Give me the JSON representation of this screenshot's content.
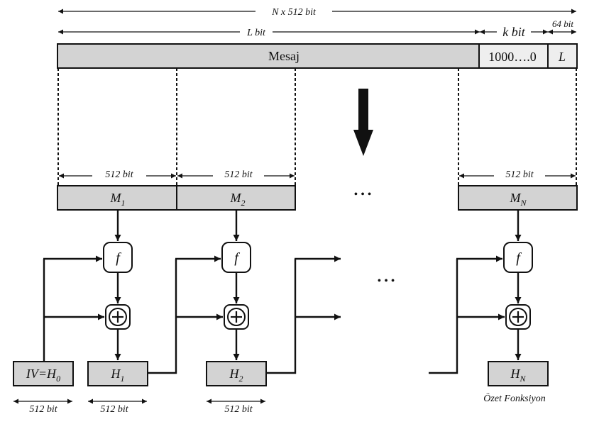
{
  "top": {
    "total_label": "N x 512 bit",
    "l_label": "L bit",
    "k_label": "k bit",
    "len_label": "64 bit",
    "message_label": "Mesaj",
    "padding_label": "1000….0",
    "length_field_label": "L"
  },
  "blocks": {
    "width_label_1": "512 bit",
    "width_label_2": "512 bit",
    "width_label_n": "512 bit",
    "m1": {
      "main": "M",
      "sub": "1"
    },
    "m2": {
      "main": "M",
      "sub": "2"
    },
    "mn": {
      "main": "M",
      "sub": "N"
    },
    "ellipsis": "• • •"
  },
  "chain": {
    "f_label": "f",
    "xor_symbol": "+",
    "ellipsis": "• • •",
    "iv": {
      "main": "IV=H",
      "sub": "0"
    },
    "h1": {
      "main": "H",
      "sub": "1"
    },
    "h2": {
      "main": "H",
      "sub": "2"
    },
    "hn": {
      "main": "H",
      "sub": "N"
    },
    "bottom_label_1": "512 bit",
    "bottom_label_2": "512 bit",
    "bottom_label_3": "512 bit",
    "caption": "Özet Fonksiyon"
  },
  "colors": {
    "box_fill": "#d3d3d3",
    "light_fill": "#eeeeee",
    "stroke": "#111111"
  }
}
